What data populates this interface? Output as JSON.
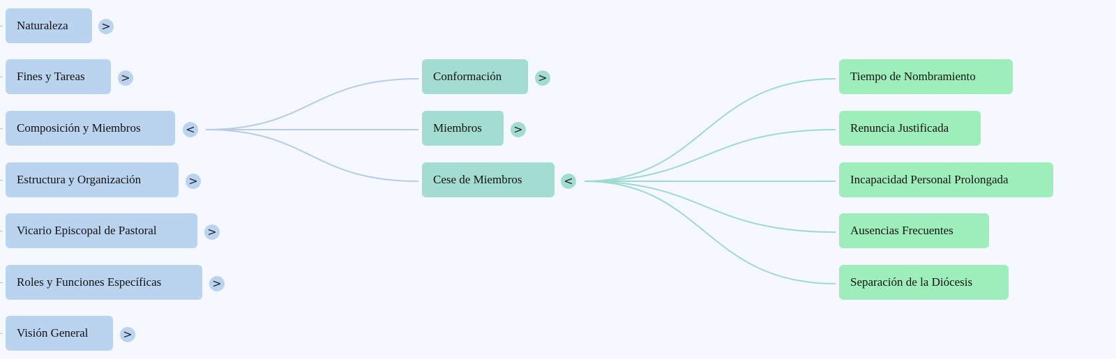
{
  "colors": {
    "background": "#f5f8ff",
    "level1": "#bad3ef",
    "level2": "#a3dcd1",
    "level3": "#9eeebb",
    "link1": "#b7cde6",
    "link2": "#9fdace"
  },
  "level1": [
    {
      "label": "Naturaleza",
      "toggle": ">"
    },
    {
      "label": "Fines y Tareas",
      "toggle": ">"
    },
    {
      "label": "Composición y Miembros",
      "toggle": "<"
    },
    {
      "label": "Estructura y Organización",
      "toggle": ">"
    },
    {
      "label": "Vicario Episcopal de Pastoral",
      "toggle": ">"
    },
    {
      "label": "Roles y Funciones Específicas",
      "toggle": ">"
    },
    {
      "label": "Visión General",
      "toggle": ">"
    }
  ],
  "level2": [
    {
      "label": "Conformación",
      "toggle": ">"
    },
    {
      "label": "Miembros",
      "toggle": ">"
    },
    {
      "label": "Cese de Miembros",
      "toggle": "<"
    }
  ],
  "level3": [
    {
      "label": "Tiempo de Nombramiento"
    },
    {
      "label": "Renuncia Justificada"
    },
    {
      "label": "Incapacidad Personal Prolongada"
    },
    {
      "label": "Ausencias Frecuentes"
    },
    {
      "label": "Separación de la Diócesis"
    }
  ]
}
